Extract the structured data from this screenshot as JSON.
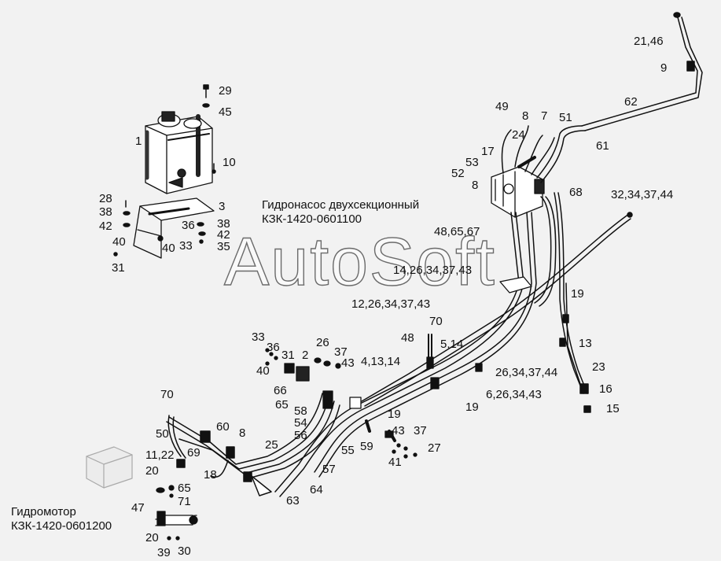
{
  "watermark": "AutoSoft",
  "captions": {
    "pump_line1": "Гидронасос двухсекционный",
    "pump_line2": "КЗК-1420-0601100",
    "motor_line1": "Гидромотор",
    "motor_line2": "КЗК-1420-0601200"
  },
  "callouts": [
    "29",
    "45",
    "1",
    "10",
    "28",
    "38",
    "42",
    "40",
    "31",
    "3",
    "36",
    "38",
    "42",
    "35",
    "40",
    "33",
    "21,46",
    "9",
    "62",
    "49",
    "8",
    "7",
    "51",
    "24",
    "61",
    "17",
    "53",
    "52",
    "8",
    "68",
    "32,34,37,44",
    "48,65,67",
    "14,26,34,37,43",
    "12,26,34,37,43",
    "70",
    "48",
    "5,14",
    "19",
    "13",
    "23",
    "16",
    "15",
    "33",
    "36",
    "31",
    "2",
    "26",
    "37",
    "43",
    "4,13,14",
    "40",
    "66",
    "65",
    "58",
    "54",
    "56",
    "26,34,37,44",
    "6,26,34,43",
    "19",
    "19",
    "70",
    "50",
    "60",
    "8",
    "25",
    "55",
    "59",
    "43",
    "37",
    "27",
    "41",
    "57",
    "63",
    "64",
    "11,22",
    "69",
    "20",
    "18",
    "65",
    "71",
    "47",
    "20",
    "39",
    "30"
  ]
}
